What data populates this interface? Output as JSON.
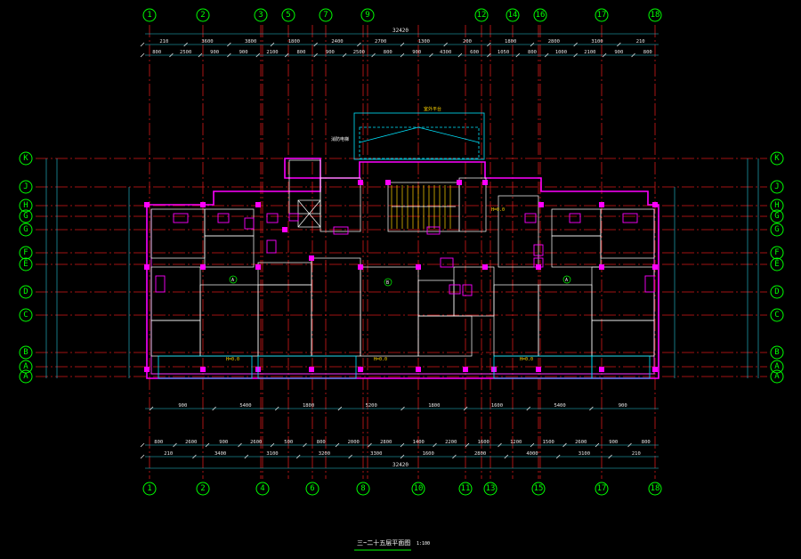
{
  "axes_top": [
    "1",
    "2",
    "3",
    "5",
    "7",
    "9",
    "12",
    "14",
    "16",
    "17",
    "18"
  ],
  "axes_bottom": [
    "1",
    "2",
    "4",
    "6",
    "8",
    "10",
    "11",
    "13",
    "15",
    "17",
    "18"
  ],
  "axes_left": [
    "K",
    "J",
    "H",
    "G",
    "G",
    "F",
    "E",
    "D",
    "C",
    "B",
    "A",
    "A"
  ],
  "axes_right": [
    "K",
    "J",
    "H",
    "G",
    "G",
    "F",
    "E",
    "D",
    "C",
    "B",
    "A",
    "A"
  ],
  "overall_dim_top": "32420",
  "overall_dim_bottom": "32420",
  "dims_top_row1": [
    "210",
    "3600",
    "3800",
    "1800",
    "2400",
    "2700",
    "1300",
    "200",
    "1800",
    "2800",
    "3100",
    "210"
  ],
  "dims_top_row2": [
    "800",
    "2500",
    "900",
    "900",
    "2100",
    "800",
    "900",
    "2500",
    "800",
    "900",
    "4300",
    "600",
    "1050",
    "800",
    "1000",
    "2100",
    "900",
    "800"
  ],
  "dims_bottom_row1": [
    "800",
    "2600",
    "900",
    "2600",
    "500",
    "800",
    "2000",
    "2800",
    "1400",
    "2200",
    "1600",
    "1200",
    "1500",
    "2600",
    "900",
    "800"
  ],
  "dims_bottom_row2": [
    "210",
    "3400",
    "3100",
    "3200",
    "3300",
    "1600",
    "2800",
    "4000",
    "3100",
    "210"
  ],
  "dims_plan_bottom": [
    "900",
    "5400",
    "1800",
    "5200",
    "1800",
    "1600",
    "5400",
    "900"
  ],
  "room_labels": {
    "unit_a": "A",
    "unit_b": "B",
    "unit_c": "A",
    "elev1": "H=0.0",
    "elev2": "H=0.0",
    "elev3": "H=0.0",
    "elev4": "H=0.0",
    "stair_note": "消防电梯",
    "roof_note": "室外平台"
  },
  "title": "三~二十五层平面图",
  "scale": "1:100"
}
